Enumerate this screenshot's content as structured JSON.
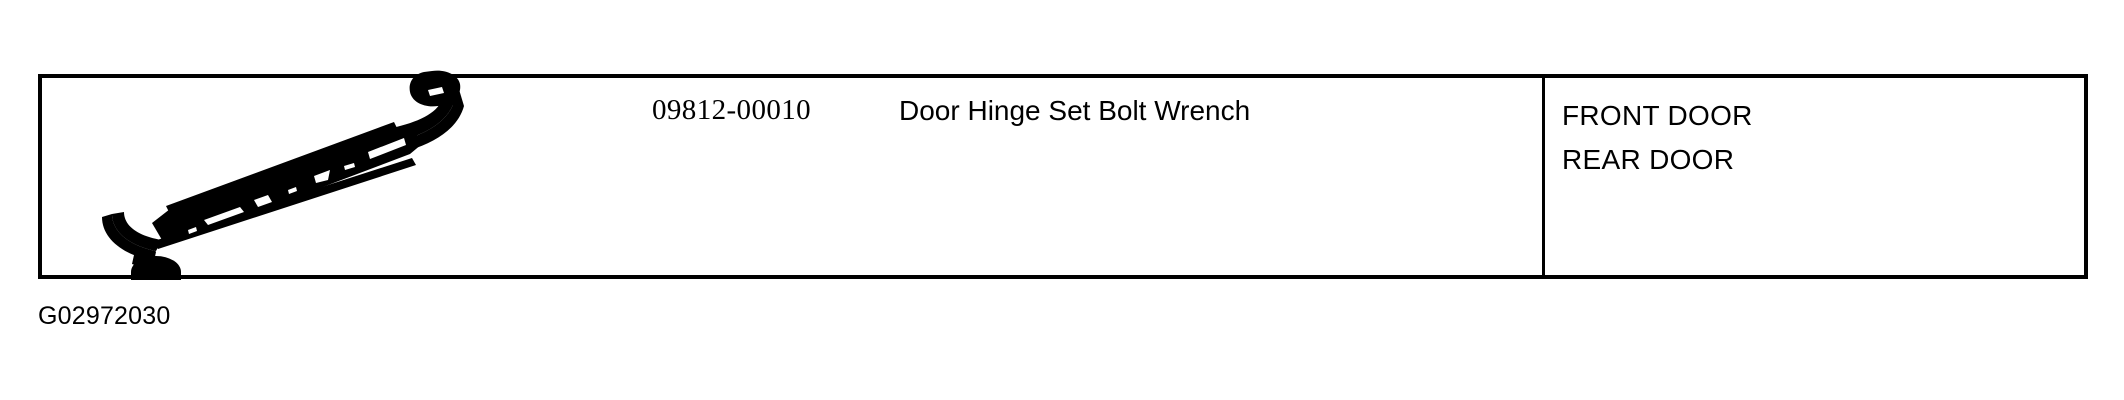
{
  "figure": {
    "caption": "G02972030"
  },
  "table": {
    "row": {
      "illustration": {
        "icon_name": "offset-box-wrench-illustration",
        "alt": "Offset double-ended box wrench"
      },
      "part_number": "09812-00010",
      "description": "Door Hinge Set Bolt Wrench",
      "applications": [
        "FRONT DOOR",
        "REAR DOOR"
      ]
    }
  },
  "colors": {
    "ink": "#000000",
    "paper": "#ffffff"
  }
}
